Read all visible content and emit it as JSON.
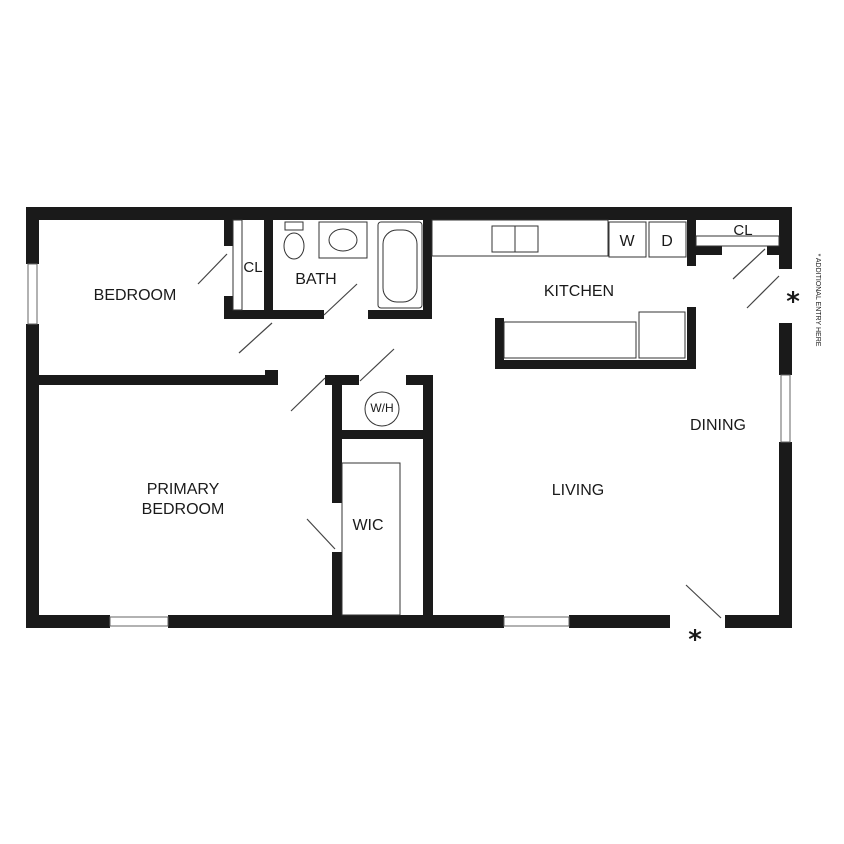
{
  "rooms": {
    "bedroom": "BEDROOM",
    "closet_bedroom": "CL",
    "bath": "BATH",
    "kitchen": "KITCHEN",
    "closet_entry": "CL",
    "washer": "W",
    "dryer": "D",
    "water_heater": "W/H",
    "dining": "DINING",
    "living": "LIVING",
    "primary_bedroom_line1": "PRIMARY",
    "primary_bedroom_line2": "BEDROOM",
    "wic": "WIC"
  },
  "entry_marker": "*",
  "note": "* ADDITIONAL ENTRY HERE",
  "colors": {
    "wall": "#1a1a1a",
    "background": "#ffffff"
  }
}
